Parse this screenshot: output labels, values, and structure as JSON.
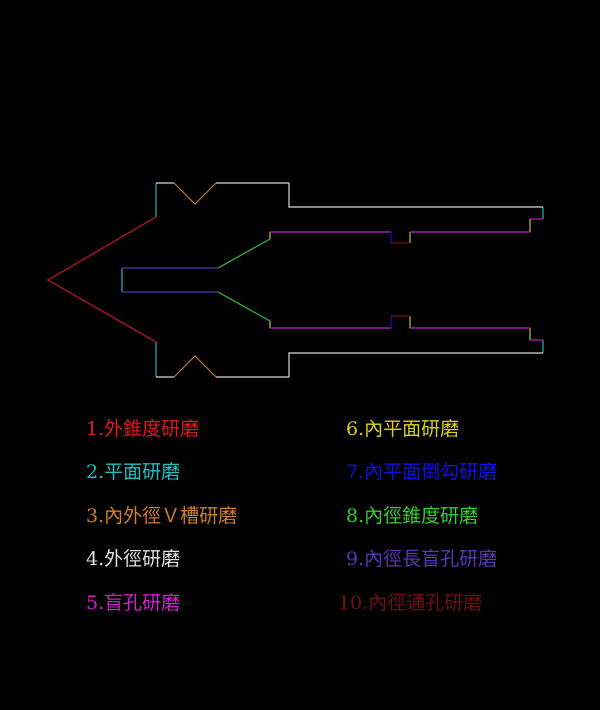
{
  "colors": {
    "outer_taper": "#c8102e",
    "face": "#20b8b8",
    "v_groove": "#c07a30",
    "outer_diameter": "#d8d8d8",
    "blind_hole": "#c020c0",
    "inner_face": "#c8c820",
    "inner_undercut": "#1010e0",
    "inner_taper": "#30c030",
    "long_blind_hole": "#5030b0",
    "through_hole": "#701010"
  },
  "legend": [
    {
      "label": "1.外錐度研磨",
      "color": "#e01818"
    },
    {
      "label": "2.平面研磨",
      "color": "#20c0c0"
    },
    {
      "label": "3.內外徑Ｖ槽研磨",
      "color": "#d08020"
    },
    {
      "label": "4.外徑研磨",
      "color": "#e0e0e0"
    },
    {
      "label": "5.盲孔研磨",
      "color": "#d020d0"
    },
    {
      "label": "6.內平面研磨",
      "color": "#d8d020"
    },
    {
      "label": "7.內平面倒勾研磨",
      "color": "#1010e8"
    },
    {
      "label": "8.內徑錐度研磨",
      "color": "#30d030"
    },
    {
      "label": "9.內徑長盲孔研磨",
      "color": "#5838b8"
    },
    {
      "label": "10.內徑通孔研磨",
      "color": "#701010"
    }
  ]
}
